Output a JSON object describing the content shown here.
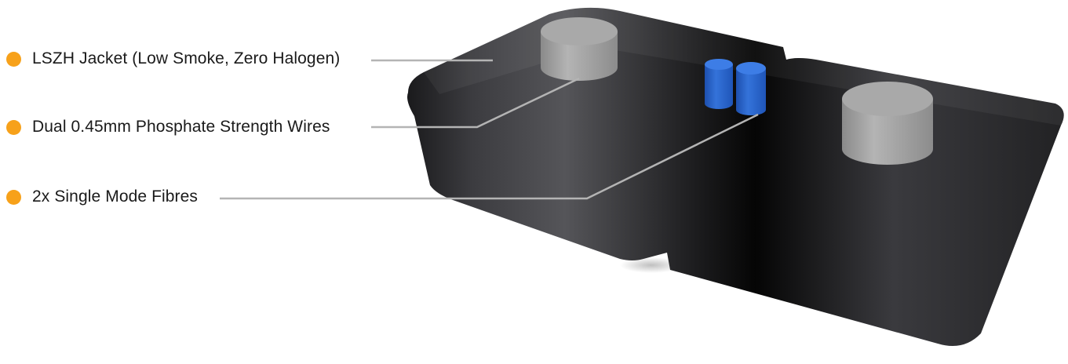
{
  "colors": {
    "bullet": "#f7a11a",
    "leader_line": "#b4b4b4",
    "jacket": "#2a2a2c",
    "strength_wire": "#a6a6a6",
    "fibre": "#2f6fd6"
  },
  "callouts": [
    {
      "id": "jacket",
      "label": "LSZH Jacket (Low Smoke, Zero Halogen)"
    },
    {
      "id": "wires",
      "label": "Dual 0.45mm Phosphate Strength Wires"
    },
    {
      "id": "fibres",
      "label": "2x Single Mode Fibres"
    }
  ]
}
